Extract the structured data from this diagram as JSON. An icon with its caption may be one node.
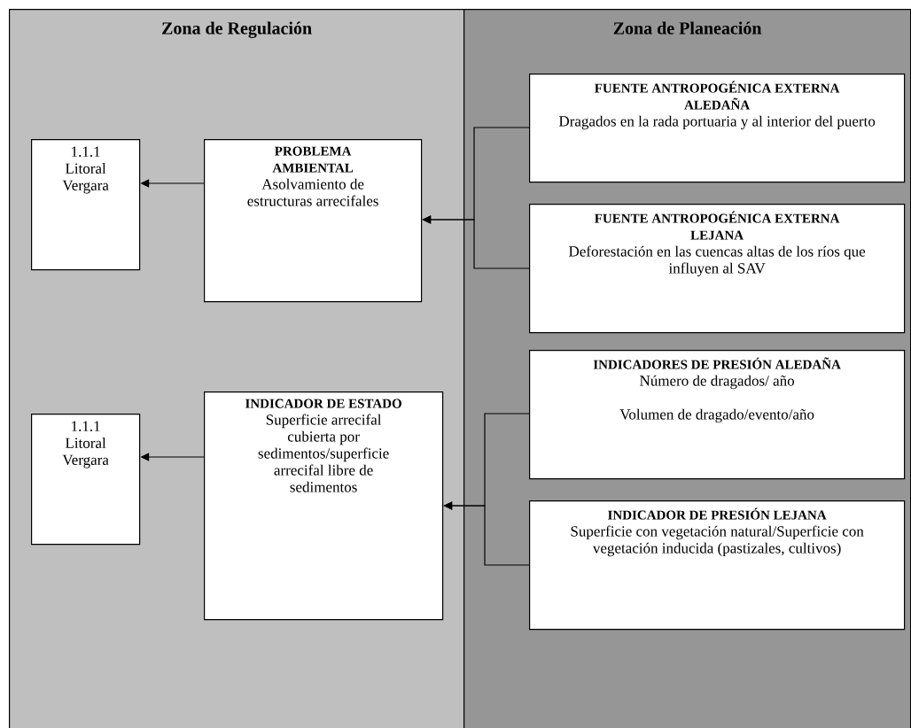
{
  "diagram": {
    "nodes": [
      {
        "text": [
          "Zona de Regulación"
        ]
      },
      {
        "text": [
          "Zona de Planeación"
        ]
      },
      {
        "text": [
          "1.1.1 Litoral Vergara"
        ],
        "in": 0
      },
      {
        "text": [
          "PROBLEMA AMBIENTAL",
          "Asolvamiento de estructuras arrecifales"
        ],
        "in": 0
      },
      {
        "text": [
          "FUENTE ANTROPOGÉNICA EXTERNA ALEDAÑA",
          "Dragados en la rada portuaria y al interior del puerto"
        ],
        "in": 1
      },
      {
        "text": [
          "FUENTE ANTROPOGÉNICA EXTERNA LEJANA",
          "Deforestación en las cuencas altas de los ríos que influyen al SAV"
        ],
        "in": 1
      },
      {
        "text": [
          "1.1.1 Litoral Vergara"
        ],
        "in": 0
      },
      {
        "text": [
          "INDICADOR DE ESTADO",
          "Superficie arrecifal cubierta por sedimentos/superficie arrecifal libre de sedimentos"
        ],
        "in": 0
      },
      {
        "text": [
          "INDICADORES DE PRESIÓN ALEDAÑA",
          "Número de dragados/ año",
          "Volumen de dragado/evento/año"
        ],
        "in": 1
      },
      {
        "text": [
          "INDICADOR DE PRESIÓN LEJANA",
          "Superficie con vegetación natural/Superficie con vegetación inducida (pastizales, cultivos)"
        ],
        "in": 1
      }
    ],
    "edges": [
      {
        "from": 3,
        "to": 2,
        "arrow": "to"
      },
      {
        "from": 4,
        "to": 3,
        "arrow": "to"
      },
      {
        "from": 5,
        "to": 3,
        "arrow": "to"
      },
      {
        "from": 7,
        "to": 6,
        "arrow": "to"
      },
      {
        "from": 8,
        "to": 7,
        "arrow": "to"
      },
      {
        "from": 9,
        "to": 7,
        "arrow": "to"
      }
    ]
  }
}
